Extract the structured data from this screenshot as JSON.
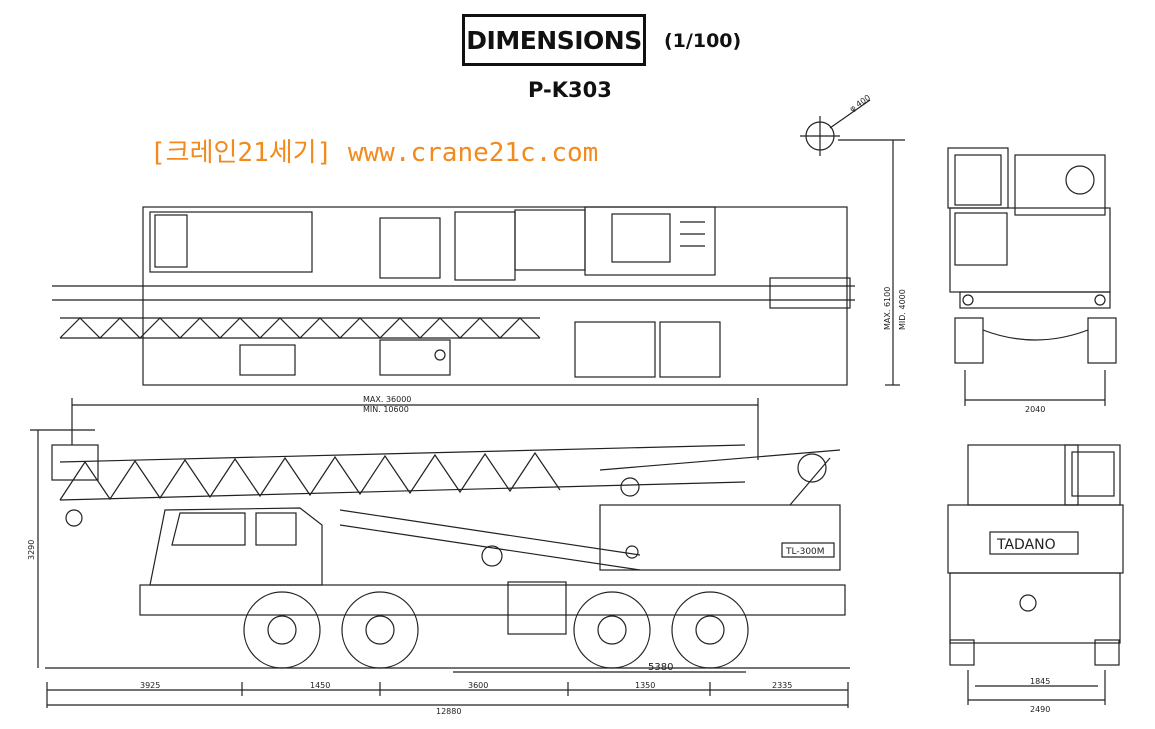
{
  "header": {
    "title": "DIMENSIONS",
    "scale": "(1/100)",
    "model": "P-K303"
  },
  "watermark": {
    "text": "[크레인21세기] www.crane21c.com",
    "color": "#f28a1e"
  },
  "dimensions": {
    "boom_max": "MAX. 36000",
    "boom_min": "MIN. 10600",
    "height_max": "MAX. 6100",
    "height_mid": "MID. 4000",
    "sheave_dia": "φ 400",
    "overall_height": "3290",
    "front_width": "2040",
    "rear_track": "1845",
    "rear_width": "2490",
    "seg_1": "3925",
    "seg_2": "1450",
    "seg_3": "3600",
    "seg_4": "1350",
    "seg_5": "2335",
    "span_5380": "5380",
    "overall_length": "12880"
  },
  "labels": {
    "boom_plate": "TL-300M",
    "brand": "TADANO"
  }
}
